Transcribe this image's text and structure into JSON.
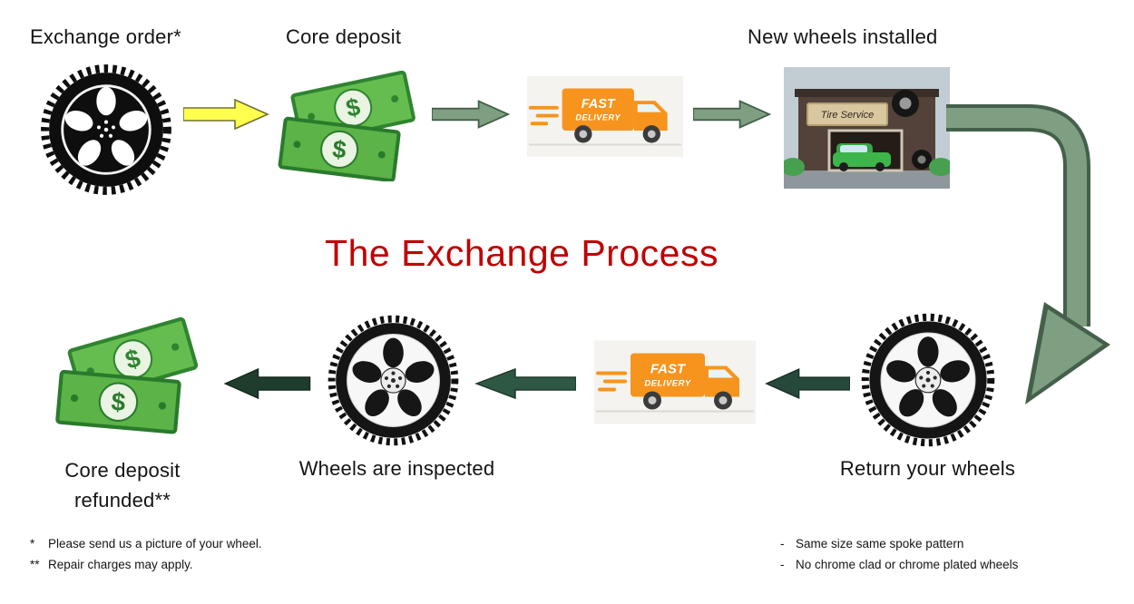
{
  "title": "The Exchange Process",
  "steps": {
    "exchange_order": "Exchange order*",
    "core_deposit": "Core deposit",
    "new_wheels": "New wheels installed",
    "return_wheels": "Return your wheels",
    "inspected": "Wheels are inspected",
    "refund_line1": "Core deposit",
    "refund_line2": "refunded**"
  },
  "truck": {
    "line1": "FAST",
    "line2": "DELIVERY"
  },
  "shop": {
    "sign": "Tire Service"
  },
  "money": {
    "symbol": "$"
  },
  "footnotes": {
    "left1": {
      "marker": "*",
      "text": "Please send us a picture of your wheel."
    },
    "left2": {
      "marker": "**",
      "text": "Repair charges may apply."
    },
    "right1": {
      "marker": "-",
      "text": "Same size same spoke pattern"
    },
    "right2": {
      "marker": "-",
      "text": "No chrome clad or chrome plated wheels"
    }
  },
  "colors": {
    "title": "#C00000",
    "arrow_yellow": "#FFFF4D",
    "arrow_green": "#7E9F82",
    "arrow_green_outline": "#44604A",
    "arrow_dark_left": "#1F3D2C",
    "arrow_dark_mid": "#2F5844",
    "arrow_dark_right": "#27493C",
    "money_green": "#66BD4F",
    "truck_orange": "#F7941D"
  }
}
